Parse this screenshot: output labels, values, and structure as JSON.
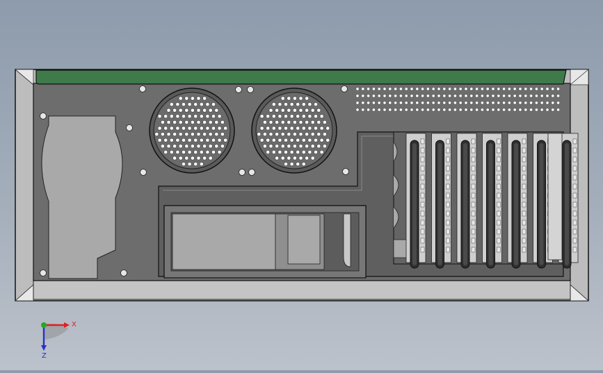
{
  "viewport": {
    "view_orientation": "back",
    "background_top": "#8d9bac",
    "background_bottom": "#bcc2cb"
  },
  "model": {
    "top_strip_color": "#3f7a4a",
    "panel_color": "#6d6d6d",
    "frame_color": "#bcbcbc",
    "outline_color": "#1a1a1a",
    "cutout_color": "#a9a9a9",
    "vent_hole_color": "#ffffff",
    "fan_grille_count": 2,
    "expansion_slot_count": 7
  },
  "triad": {
    "x_label": "X",
    "z_label": "Z",
    "x_color": "#e02020",
    "y_color": "#22aa22",
    "z_color": "#2233cc"
  }
}
